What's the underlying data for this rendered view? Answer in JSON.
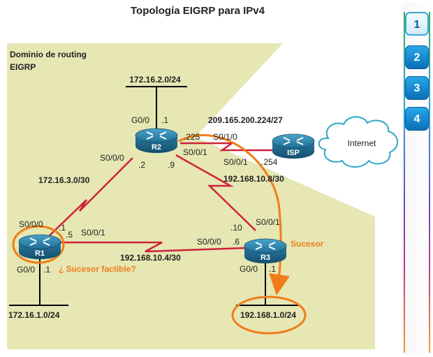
{
  "title": "Topología EIGRP para IPv4",
  "domain_label": [
    "Dominio de routing",
    "EIGRP"
  ],
  "routers": {
    "r1": "R1",
    "r2": "R2",
    "r3": "R3",
    "isp": "ISP"
  },
  "cloud_label": "Internet",
  "networks": {
    "r2_lan": "172.16.2.0/24",
    "r1_lan": "172.16.1.0/24",
    "r3_lan": "192.168.1.0/24",
    "r1_r2": "172.16.3.0/30",
    "r2_r3": "192.168.10.8/30",
    "r1_r3": "192.168.10.4/30",
    "r2_isp": "209.165.200.224/27"
  },
  "interfaces": {
    "r2_g00": "G0/0",
    "r2_g00_ip": ".1",
    "r2_s000": "S0/0/0",
    "r2_s000_ip": ".2",
    "r2_s001": "S0/0/1",
    "r2_s001_ip": ".9",
    "r2_s010": "S0/1/0",
    "r2_s010_ip": ".225",
    "isp_s001": "S0/0/1",
    "isp_ip": ".254",
    "r1_s000": "S0/0/0",
    "r1_s000_ip": ".1",
    "r1_s001": "S0/0/1",
    "r1_s001_ip": ".5",
    "r1_g00": "G0/0",
    "r1_g00_ip": ".1",
    "r3_s001": "S0/0/1",
    "r3_s001_ip": ".10",
    "r3_s000": "S0/0/0",
    "r3_s000_ip": ".6",
    "r3_g00": "G0/0",
    "r3_g00_ip": ".1"
  },
  "annotations": {
    "successor": "Sucesor",
    "feasible_successor": "¿ Sucesor factible?"
  },
  "colors": {
    "domain_fill": "#e6e7b3",
    "router_blue": "#1f6f95",
    "highlight_orange": "#f07d1a",
    "serial_red": "#d0213b"
  },
  "nav": {
    "steps": [
      "1",
      "2",
      "3",
      "4"
    ],
    "active_step": "1"
  }
}
